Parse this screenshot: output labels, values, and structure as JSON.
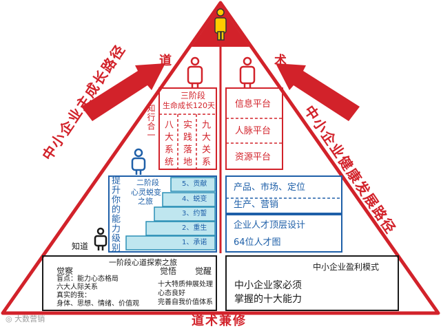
{
  "colors": {
    "red": "#d2222a",
    "blue": "#1e5fa8",
    "stair": "#bfe6ef",
    "black": "#1a1a1a"
  },
  "left_side_label": "道",
  "right_side_label": "术",
  "left_path": "中小企业主成长路径",
  "right_path": "中小企业健康发展路径",
  "bottom_title": "道术兼修",
  "watermark": "大数营销",
  "stage3": {
    "title1": "三阶段",
    "title2": "生命成长120天",
    "side": "知行合一",
    "col1": "八大系统",
    "col2": "实践落地",
    "col3": "九大关系"
  },
  "stage2": {
    "vertical": "提升你的能力级别",
    "title1": "二阶段",
    "title2": "心灵蜕变",
    "title3": "之旅",
    "steps": [
      "5、贡献",
      "4、蜕变",
      "3、约誓",
      "2、重生",
      "1、承诺"
    ]
  },
  "person_label": "知道",
  "stage1": {
    "title": "一阶段心道探索之旅",
    "col1_head": "觉察",
    "col1_lines": [
      "盲点：能力心态格局",
      "六大人际关系",
      "真实的我：",
      "身体、思想、情绪、价值观"
    ],
    "col2_head": "觉悟",
    "col3_head": "觉醒",
    "col3_lines": [
      "十大特质伸展处理",
      "心态良好",
      "完善自我价值体系"
    ]
  },
  "right_platforms": [
    "信息平台",
    "人脉平台",
    "资源平台"
  ],
  "right_mid": {
    "line1": "产品、市场、定位",
    "line2": "生产、营销"
  },
  "right_talent": {
    "line1": "企业人才顶层设计",
    "line2": "64位人才图"
  },
  "right_bottom": {
    "title": "中小企业盈利模式",
    "line1": "中小企业家必须",
    "line2": "掌握的十大能力"
  }
}
